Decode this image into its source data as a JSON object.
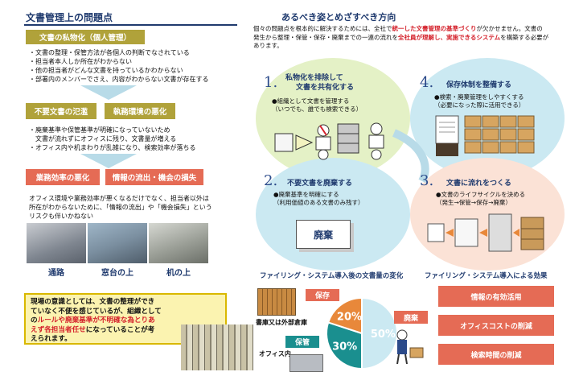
{
  "left": {
    "title": "文書管理上の問題点",
    "box1": "文書の私物化（個人管理）",
    "list1": [
      "・文書の整理・保管方法が各個人の判断でなされている",
      "・担当者本人しか所在がわからない",
      "・他の担当者がどんな文書を持っているかわからない",
      "・部署内のメンバーでさえ、内容がわからない文書が存在する"
    ],
    "box2a": "不要文書の氾濫",
    "box2b": "執務環境の悪化",
    "list2": [
      "・廃棄基準や保管基準が明確になっていないため",
      "　文書が流れずにオフィスに残り、文書量が増える",
      "・オフィス内や机まわりが乱雑になり、検索効率が落ちる"
    ],
    "box3a": "業務効率の悪化",
    "box3b": "情報の流出・機会の損失",
    "para3": [
      "オフィス環境や業務効率が悪くなるだけでなく、担当者以外は",
      "所在がわからないために、「情報の流出」や「機会損失」という",
      "リスクも伴いかねない"
    ],
    "photo_caps": [
      "通路",
      "窓台の上",
      "机の上"
    ],
    "note": {
      "l1": "現場の意識としては、文書の整理ができ",
      "l2": "ていなく不便を感じているが、組織として",
      "l3a": "の",
      "l3b": "ルールや廃棄基準が不明確な為とりあ",
      "l4a": "えず各担当者任せ",
      "l4b": "になっていることが考",
      "l5": "えられます。"
    }
  },
  "right": {
    "title": "あるべき姿とめざすべき方向",
    "intro": {
      "l1a": "個々の問題点を根本的に解決するためには、全社で",
      "l1b": "統一した文書管理の基準づくり",
      "l1c": "が欠かせません。文書の",
      "l2a": "発生から整理・保管・保存・廃棄までの一連の流れを",
      "l2b": "全社員が理解し、実施できるシステム",
      "l2c": "を構築する必要が",
      "l3": "あります。"
    },
    "c1": {
      "num": "1.",
      "t1": "私物化を排除して",
      "t2": "文書を共有化する",
      "b1": "●組織として文書を管理する",
      "b2": "（いつでも、誰でも検索できる）"
    },
    "c2": {
      "num": "2.",
      "t1": "不要文書を廃棄する",
      "b1": "●廃棄基準を明確にする",
      "b2": "（利用価値のある文書のみ残す）",
      "box": "廃棄"
    },
    "c3": {
      "num": "3.",
      "t1": "文書に流れをつくる",
      "b1": "●文書のライフサイクルを決める",
      "b2": "（発生→保管→保存→廃棄）"
    },
    "c4": {
      "num": "4.",
      "t1": "保存体制を整備する",
      "b1": "●検索・廃棄管理をしやすくする",
      "b2": "（必要になった際に活用できる）"
    },
    "sub_left": "ファイリング・システム導入後の文書量の変化",
    "sub_right": "ファイリング・システム導入による効果",
    "pie": {
      "hozon": "保存",
      "hokan": "保管",
      "haiki": "廃棄",
      "soko": "書庫又は外部倉庫",
      "office": "オフィス内"
    },
    "effects": [
      "情報の有効活用",
      "オフィスコストの削減",
      "検索時間の削減"
    ]
  },
  "chart_data": {
    "type": "pie",
    "categories": [
      "保存",
      "保管",
      "廃棄"
    ],
    "values": [
      20,
      30,
      50
    ],
    "labels": [
      "20%",
      "30%",
      "50%"
    ]
  }
}
